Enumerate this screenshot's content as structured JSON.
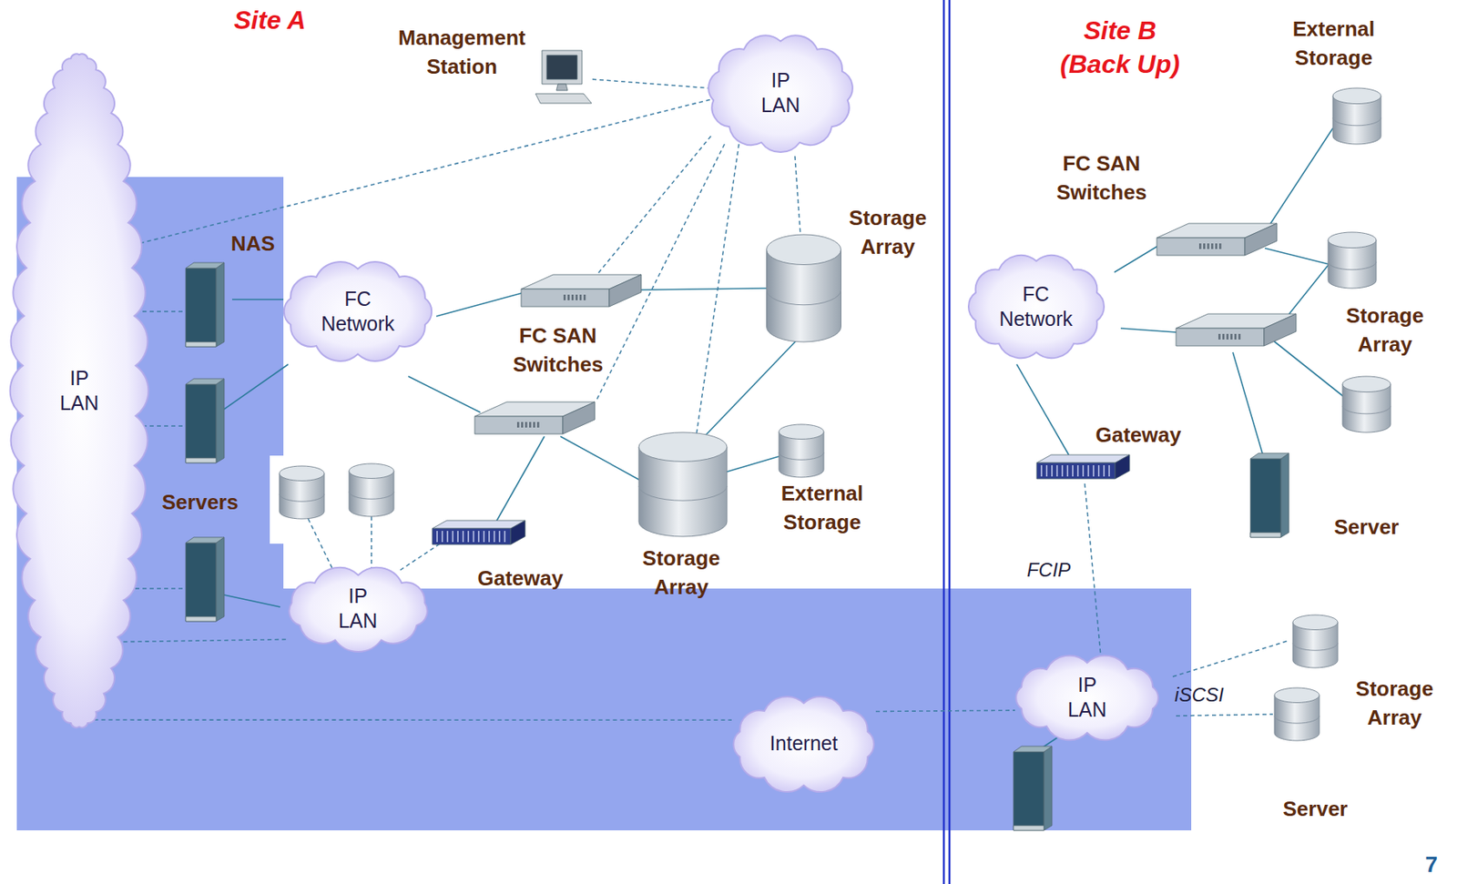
{
  "diagram": {
    "nodes": [
      {
        "text": [
          "IP LAN"
        ]
      },
      {
        "text": [
          "IP LAN"
        ]
      },
      {
        "text": [
          "FC Network"
        ]
      },
      {
        "text": [
          "IP LAN"
        ]
      },
      {
        "text": [
          "Internet"
        ]
      },
      {
        "text": [
          "FC Network"
        ]
      },
      {
        "text": [
          "IP LAN"
        ]
      }
    ],
    "edges": [
      {
        "from": 0,
        "to": 1,
        "arrow": "none"
      },
      {
        "from": 1,
        "to": 4,
        "arrow": "none"
      },
      {
        "from": 4,
        "to": 6,
        "arrow": "none"
      },
      {
        "from": 1,
        "to": 3,
        "arrow": "none"
      }
    ],
    "labels": [
      "Site A",
      "Site B (Back Up)",
      "Management Station",
      "NAS",
      "Servers",
      "FC SAN Switches",
      "Storage Array",
      "Storage Array",
      "External Storage",
      "Gateway",
      "External Storage",
      "FC SAN Switches",
      "Storage Array",
      "Gateway",
      "Server",
      "FCIP",
      "iSCSI",
      "Storage Array",
      "Server",
      "7"
    ]
  }
}
